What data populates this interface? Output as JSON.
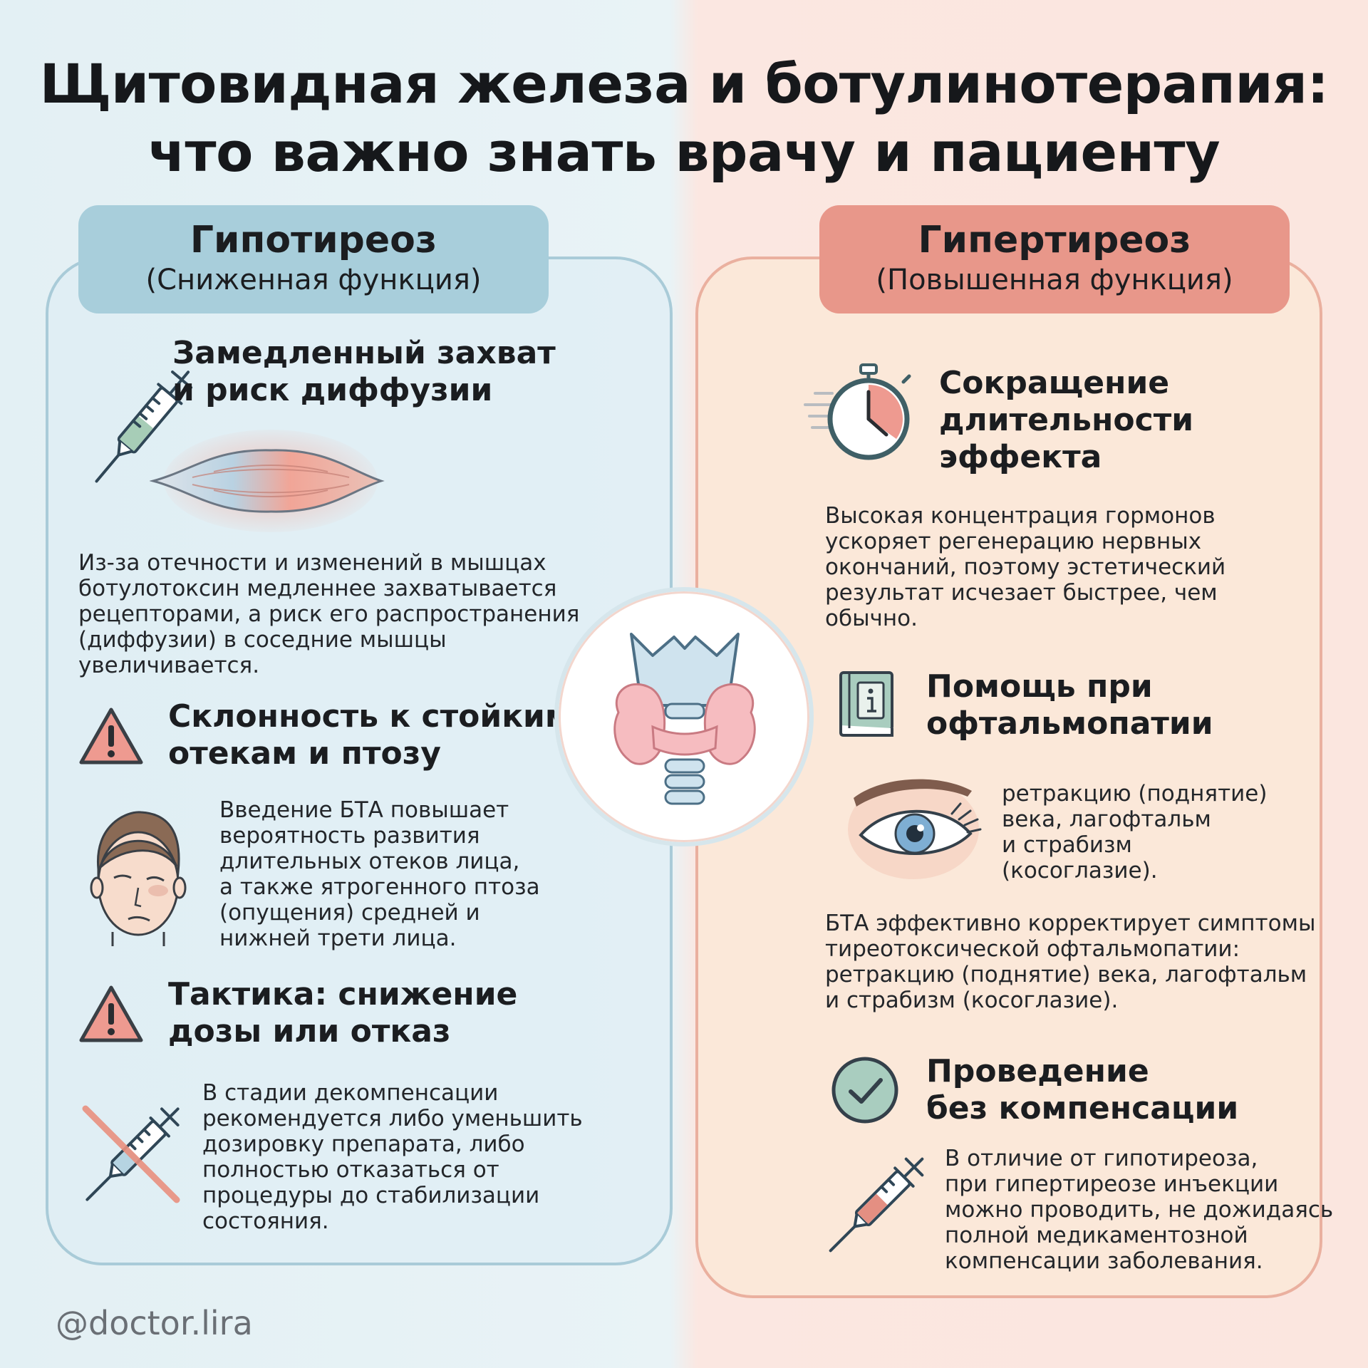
{
  "title": {
    "line1": "Щитовидная железа и ботулинотерапия:",
    "line2": "что важно знать врачу и пациенту"
  },
  "left": {
    "header": {
      "title": "Гипотиреоз",
      "subtitle": "(Сниженная функция)"
    },
    "section1": {
      "heading_lines": [
        "Замедленный захват",
        "и риск диффузии"
      ],
      "text_lines": [
        "Из-за отечности и изменений в мышцах",
        "ботулотоксин медленнее захватывается",
        "рецепторами, а риск его распространения",
        "(диффузии) в соседние мышцы",
        "увеличивается."
      ]
    },
    "section2": {
      "heading_lines": [
        "Склонность к стойким",
        "отекам и птозу"
      ],
      "text_lines": [
        "Введение БТА повышает",
        "вероятность развития",
        "длительных отеков лица,",
        "а также ятрогенного птоза",
        "(опущения) средней и",
        "нижней трети лица."
      ]
    },
    "section3": {
      "heading_lines": [
        "Тактика: снижение",
        "дозы или отказ"
      ],
      "text_lines": [
        "В стадии декомпенсации",
        "рекомендуется либо уменьшить",
        "дозировку препарата, либо",
        "полностью отказаться от",
        "процедуры до стабилизации",
        "состояния."
      ]
    }
  },
  "right": {
    "header": {
      "title": "Гипертиреоз",
      "subtitle": "(Повышенная функция)"
    },
    "section1": {
      "heading_lines": [
        "Сокращение",
        "длительности",
        "эффекта"
      ],
      "text_lines": [
        "Высокая концентрация гормонов",
        "ускоряет регенерацию нервных",
        "окончаний, поэтому эстетический",
        "результат исчезает быстрее, чем",
        "обычно."
      ]
    },
    "section2": {
      "heading_lines": [
        "Помощь при",
        "офтальмопатии"
      ],
      "eye_text_lines": [
        "ретракцию (поднятие)",
        "века, лагофтальм",
        "и страбизм",
        "(косоглазие)."
      ],
      "text_lines": [
        "БТА эффективно корректирует симптомы",
        "тиреотоксической офтальмопатии:",
        "ретракцию (поднятие) века, лагофтальм",
        "и страбизм (косоглазие)."
      ]
    },
    "section3": {
      "heading_lines": [
        "Проведение",
        "без компенсации"
      ],
      "text_lines": [
        "В отличие от гипотиреоза,",
        "при гипертиреозе инъекции",
        "можно проводить, не дожидаясь",
        "полной медикаментозной",
        "компенсации заболевания."
      ]
    }
  },
  "footer": {
    "handle": "@doctor.lira"
  },
  "icons": {
    "syringe": "syringe-icon",
    "muscle": "muscle-icon",
    "warning": "warning-icon",
    "face": "face-icon",
    "crossed_syringe": "crossed-syringe-icon",
    "stopwatch": "stopwatch-icon",
    "info_book": "info-book-icon",
    "eye": "eye-icon",
    "check": "check-circle-icon",
    "thyroid": "thyroid-icon"
  },
  "colors": {
    "hypo_accent": "#a8cedb",
    "hyper_accent": "#e8978a",
    "warning_fill": "#ee9a90",
    "check_fill": "#a9cdbf"
  }
}
